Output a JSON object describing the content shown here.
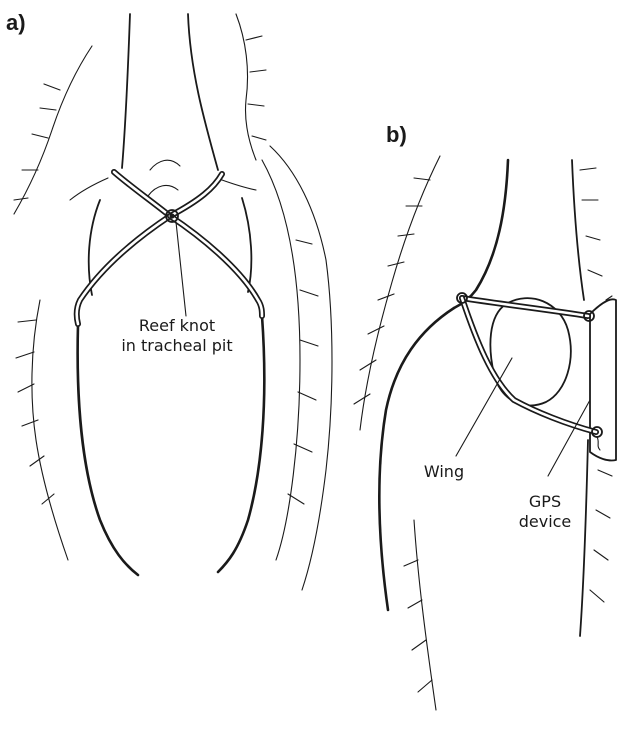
{
  "panels": {
    "a": {
      "label": "a)",
      "annotation_line1": "Reef knot",
      "annotation_line2": "in tracheal pit"
    },
    "b": {
      "label": "b)",
      "wing_label": "Wing",
      "device_line1": "GPS",
      "device_line2": "device"
    }
  },
  "colors": {
    "ink": "#1a1a1a",
    "background": "#ffffff"
  }
}
